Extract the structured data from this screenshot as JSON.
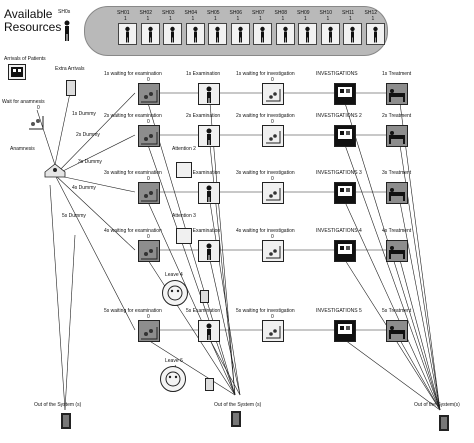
{
  "header": {
    "title_line1": "Available",
    "title_line2": "Resources",
    "shared_resource": "SH0s",
    "resources": [
      {
        "name": "SH01",
        "value": "1"
      },
      {
        "name": "SH02",
        "value": "1"
      },
      {
        "name": "SH03",
        "value": "1"
      },
      {
        "name": "SH04",
        "value": "1"
      },
      {
        "name": "SH05",
        "value": "1"
      },
      {
        "name": "SH06",
        "value": "1"
      },
      {
        "name": "SH07",
        "value": "1"
      },
      {
        "name": "SH08",
        "value": "1"
      },
      {
        "name": "SH09",
        "value": "1"
      },
      {
        "name": "SH10",
        "value": "1"
      },
      {
        "name": "SH11",
        "value": "1"
      },
      {
        "name": "SH12",
        "value": "1"
      }
    ]
  },
  "left": {
    "arrivals": "Arrivals of Patients",
    "extra": "Extra Arrivals",
    "wait": "Wait for anamnesis",
    "wait_value": "0",
    "anamnesis": "Anamnesis",
    "dummies": [
      "1s Dummy",
      "2s Dummy",
      "3s Dummy",
      "4s Dummy",
      "5s Dummy"
    ]
  },
  "rows": [
    {
      "wait_exam": "1s waiting for examination",
      "exam": "1s Examination",
      "wait_inv": "1s waiting for investigation",
      "inv": "INVESTIGATIONS",
      "treat": "1s Treatment",
      "count": "0"
    },
    {
      "wait_exam": "2s waiting for examination",
      "exam": "2s Examination",
      "wait_inv": "2s waiting for investigation",
      "inv": "INVESTIGATIONS 2",
      "treat": "2s Treatment",
      "count": "0"
    },
    {
      "wait_exam": "3s waiting for examination",
      "exam": "3s Examination",
      "wait_inv": "3s waiting for investigation",
      "inv": "INVESTIGATIONS 3",
      "treat": "3s Treatment",
      "count": "0"
    },
    {
      "wait_exam": "4s waiting for examination",
      "exam": "4s Examination",
      "wait_inv": "4s waiting for investigation",
      "inv": "INVESTIGATIONS 4",
      "treat": "4s Treatment",
      "count": "0"
    },
    {
      "wait_exam": "5s waiting for examination",
      "exam": "5s Examination",
      "wait_inv": "5s waiting for investigation",
      "inv": "INVESTIGATIONS 5",
      "treat": "5s Treatment",
      "count": "0"
    }
  ],
  "attention": [
    "Attention 2",
    "Attention 3"
  ],
  "leave": [
    "Leave 4",
    "Leave 6"
  ],
  "exits": [
    "Out of the System (s)",
    "Out of the System (s)",
    "Out of the System(s)"
  ]
}
